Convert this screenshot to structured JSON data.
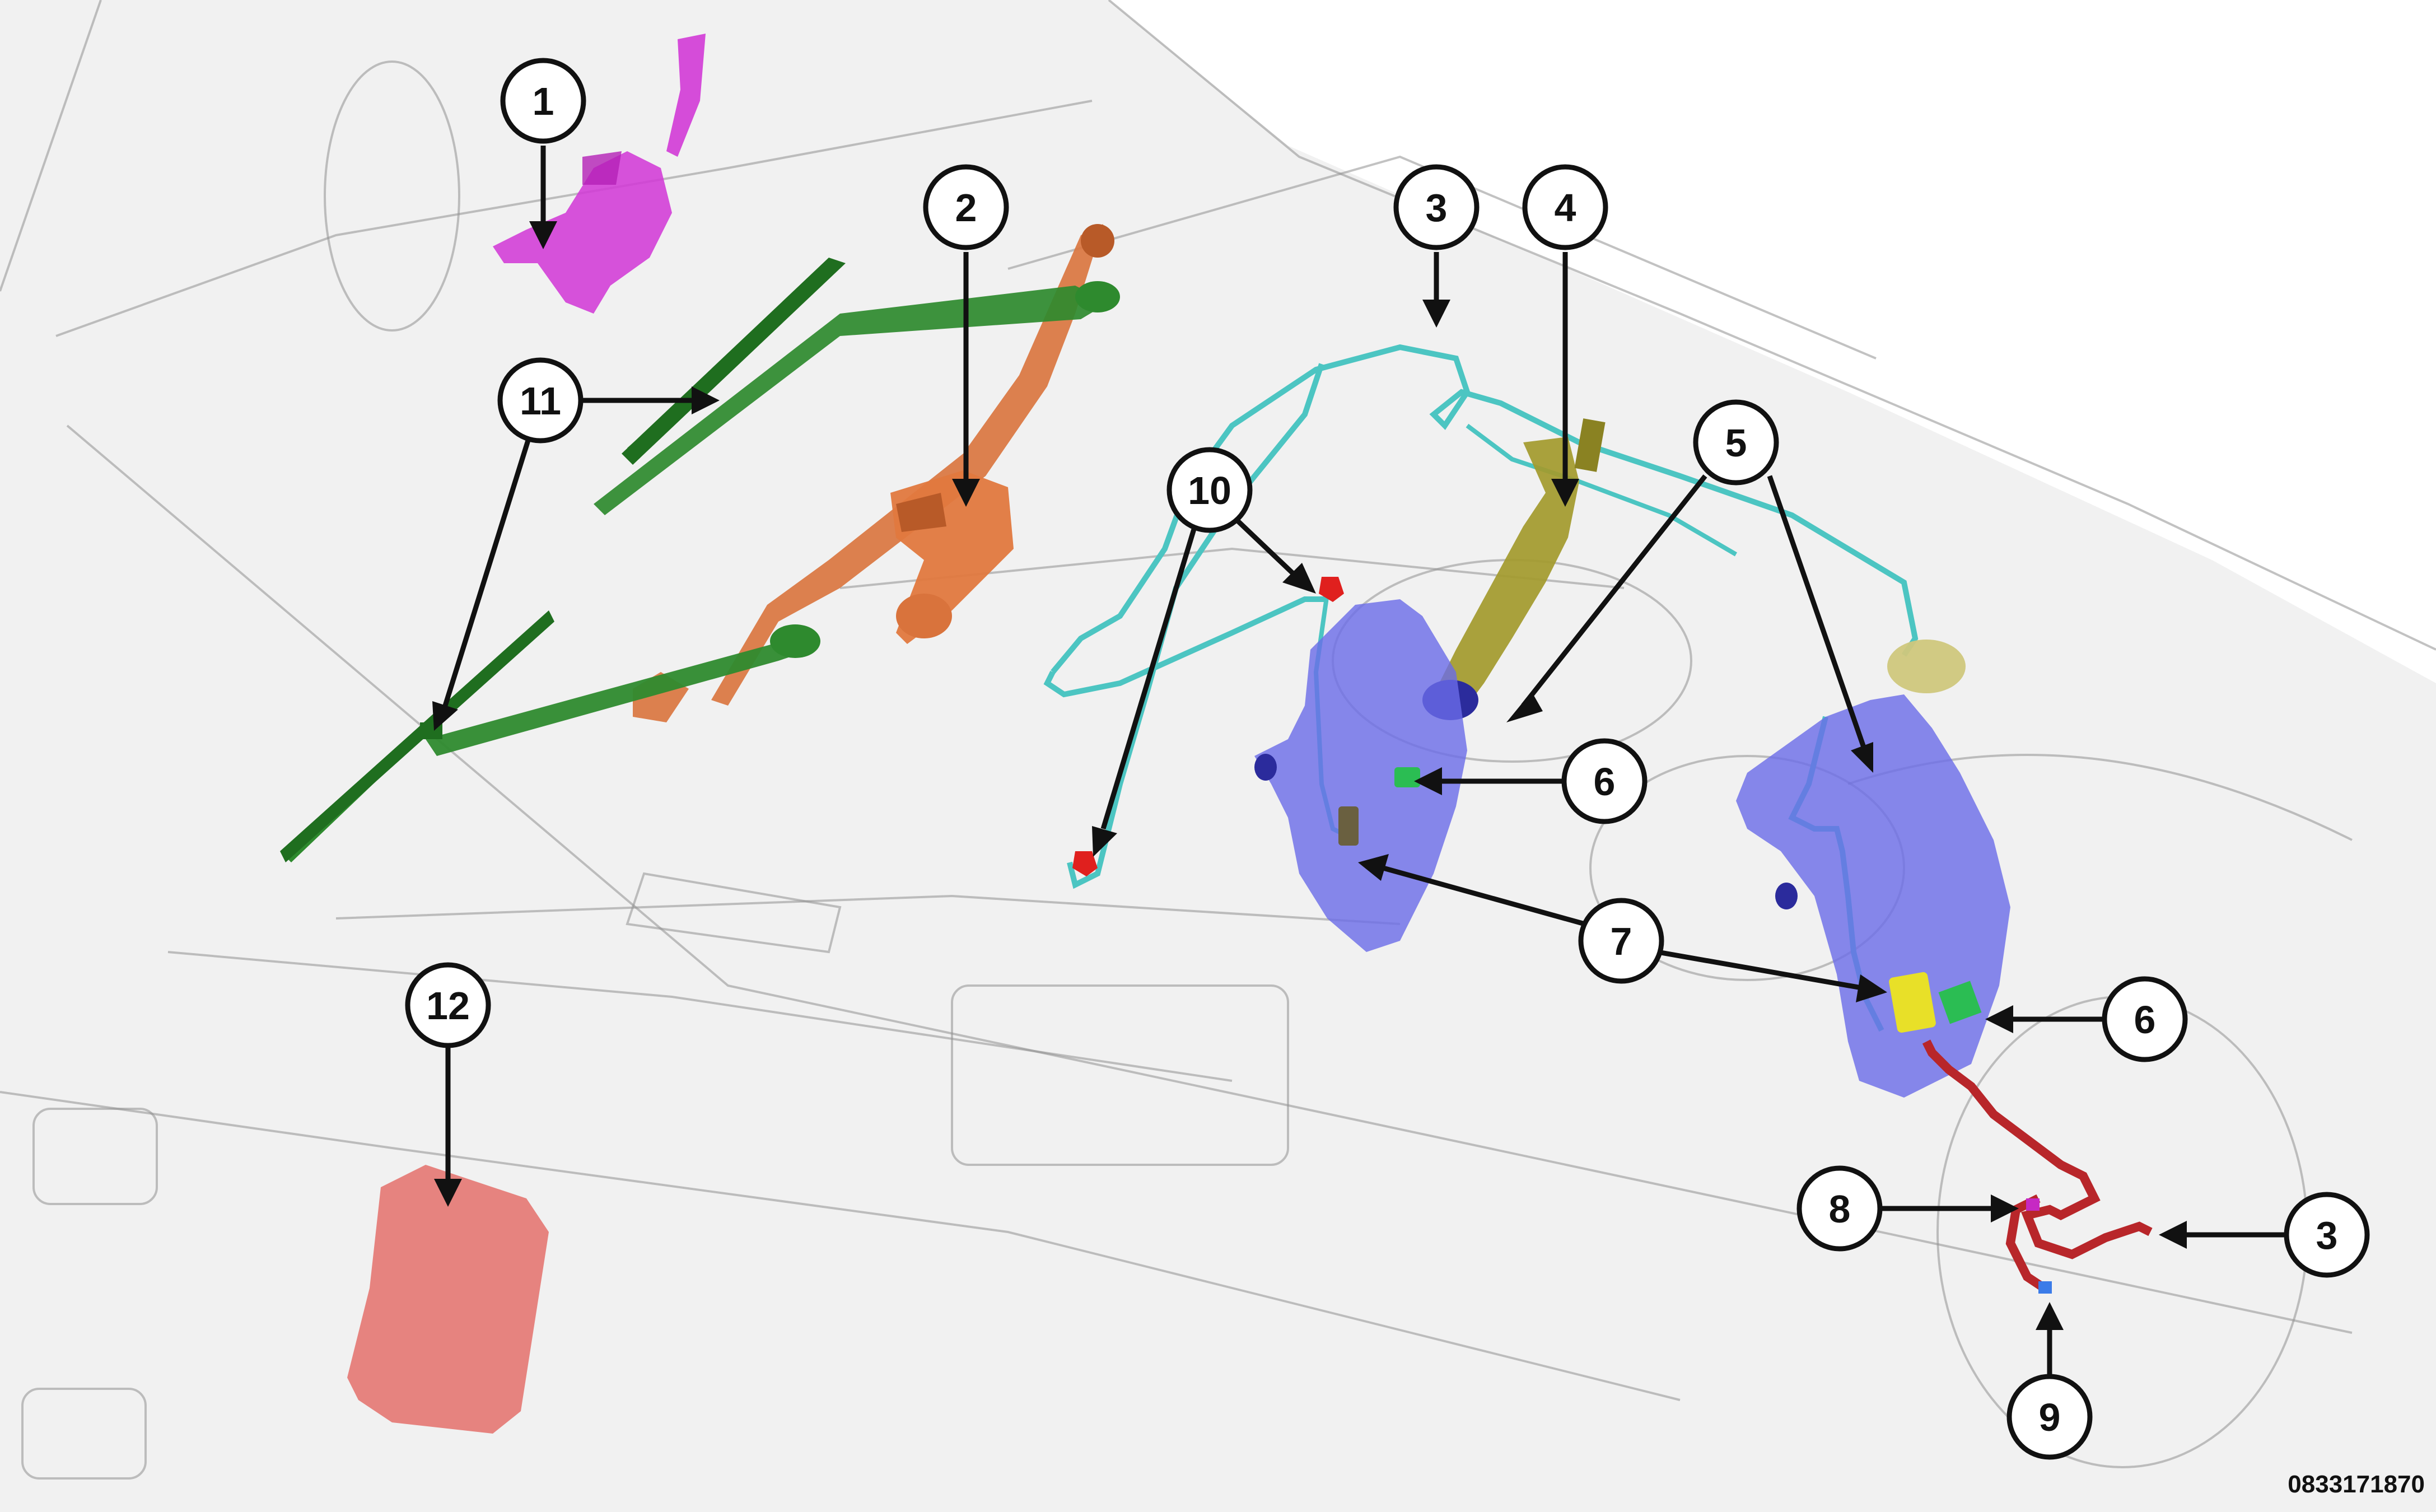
{
  "callouts": [
    {
      "id": "1",
      "label": "1"
    },
    {
      "id": "2",
      "label": "2"
    },
    {
      "id": "3a",
      "label": "3"
    },
    {
      "id": "3b",
      "label": "3"
    },
    {
      "id": "4",
      "label": "4"
    },
    {
      "id": "5",
      "label": "5"
    },
    {
      "id": "6a",
      "label": "6"
    },
    {
      "id": "6b",
      "label": "6"
    },
    {
      "id": "7",
      "label": "7"
    },
    {
      "id": "8",
      "label": "8"
    },
    {
      "id": "9",
      "label": "9"
    },
    {
      "id": "10",
      "label": "10"
    },
    {
      "id": "11",
      "label": "11"
    },
    {
      "id": "12",
      "label": "12"
    }
  ],
  "document_number": "0833171870",
  "component_colors": {
    "switch": "#d23ad6",
    "wiper_linkage": "#d9733c",
    "wiper_arms": "#2e8a2e",
    "hoses": "#4cc5c2",
    "filler_neck": "#a39a2c",
    "reservoir": "#6a6ce8",
    "sensor_green": "#2bbd53",
    "pump_yellow": "#e8e028",
    "rear_hose": "#b8262a",
    "nozzle_red": "#e0201e",
    "module": "#e4706b",
    "connector_magenta": "#c629c3",
    "connector_blue": "#3b7be8"
  }
}
